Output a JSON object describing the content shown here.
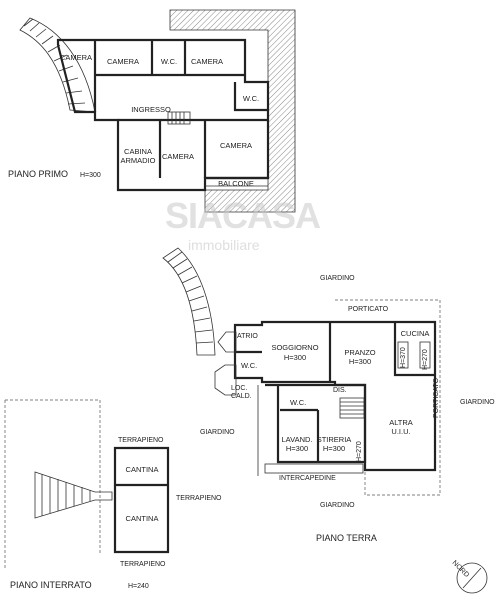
{
  "plans": {
    "first_floor": {
      "title": "PIANO PRIMO",
      "height": "H=300",
      "rooms": {
        "camera_1": "CAMERA",
        "camera_2": "CAMERA",
        "wc_1": "W.C.",
        "camera_3": "CAMERA",
        "ingresso": "INGRESSO",
        "wc_2": "W.C.",
        "cabina_1": "CABINA",
        "cabina_2": "ARMADIO",
        "camera_4": "CAMERA",
        "camera_5": "CAMERA",
        "balcone": "BALCONE"
      }
    },
    "ground_floor": {
      "title": "PIANO TERRA",
      "labels": {
        "giardino_top": "GIARDINO",
        "porticato_top": "PORTICATO",
        "atrio": "ATRIO",
        "soggiorno": "SOGGIORNO",
        "soggiorno_h": "H=300",
        "pranzo": "PRANZO",
        "pranzo_h": "H=300",
        "cucina": "CUCINA",
        "h370": "H=370",
        "h270_side": "H=270",
        "wc_a": "W.C.",
        "loc_1": "LOC.",
        "loc_2": "CALD.",
        "dis": "DIS.",
        "wc_b": "W.C.",
        "porticato_right": "PORTICATO",
        "giardino_right": "GIARDINO",
        "giardino_left": "GIARDINO",
        "lavand": "LAVAND.",
        "lavand_h": "H=300",
        "stireria": "STIRERIA",
        "stireria_h": "H=300",
        "h270": "H=270",
        "altra_1": "ALTRA",
        "altra_2": "U.I.U.",
        "intercapedine": "INTERCAPEDINE",
        "giardino_bottom": "GIARDINO"
      }
    },
    "basement": {
      "title": "PIANO INTERRATO",
      "height": "H=240",
      "labels": {
        "terrapieno_top": "TERRAPIENO",
        "cantina_1": "CANTINA",
        "cantina_2": "CANTINA",
        "terrapieno_right": "TERRAPIENO",
        "terrapieno_bottom": "TERRAPIENO"
      }
    }
  },
  "watermark": {
    "brand": "SIACASA",
    "sub": "immobiliare"
  },
  "north": "NORD"
}
